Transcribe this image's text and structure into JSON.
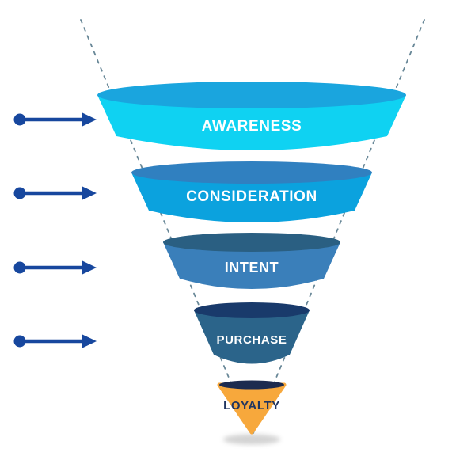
{
  "diagram": {
    "background_color": "#ffffff",
    "stages": [
      {
        "label": "AWARENESS",
        "body_color": "#0fd2f2",
        "top_color": "#1aa5de",
        "label_color": "#ffffff"
      },
      {
        "label": "CONSIDERATION",
        "body_color": "#0ba2de",
        "top_color": "#3080c0",
        "label_color": "#ffffff"
      },
      {
        "label": "INTENT",
        "body_color": "#3a7fba",
        "top_color": "#2a5f82",
        "label_color": "#ffffff"
      },
      {
        "label": "PURCHASE",
        "body_color": "#2b648a",
        "top_color": "#193a6b",
        "label_color": "#ffffff"
      },
      {
        "label": "LOYALTY",
        "body_color": "#f7a83c",
        "top_color": "#1c2b4f",
        "label_color": "#203560"
      }
    ],
    "arrow_color": "#17479e",
    "guide_dash_color": "#4e7285",
    "shadow_color": "#9e9e9e"
  }
}
